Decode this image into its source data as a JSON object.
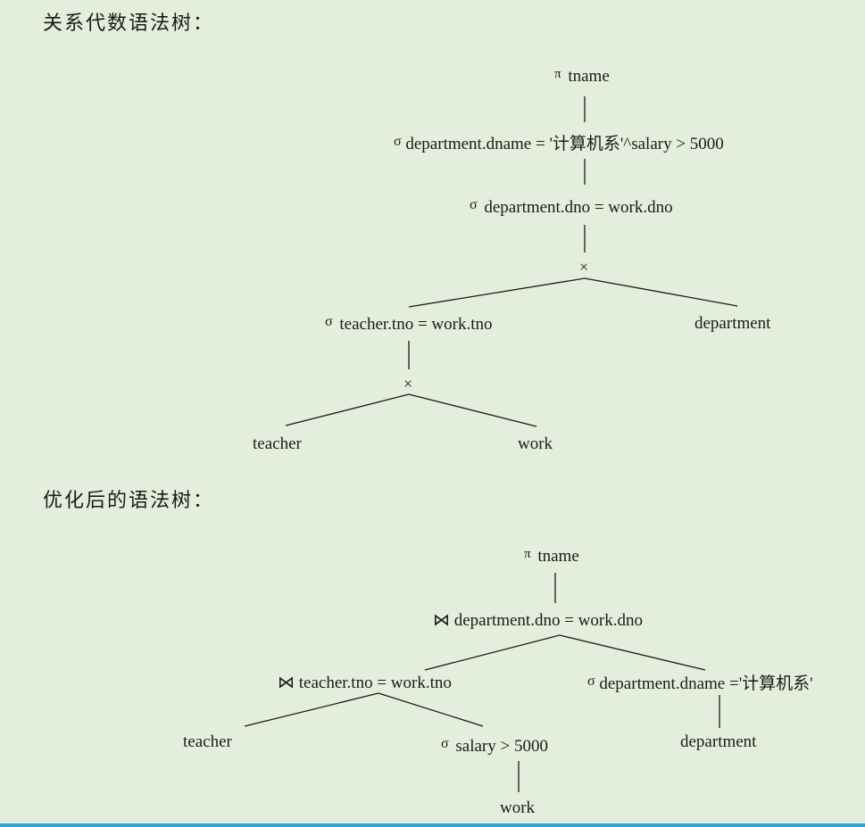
{
  "headings": {
    "original": "关系代数语法树：",
    "optimized": "优化后的语法树："
  },
  "tree_original": {
    "nodes": [
      {
        "id": "proj",
        "sym": "π",
        "label": "tname"
      },
      {
        "id": "sel1",
        "sym": "σ",
        "label": "department.dname = '计算机系'^salary > 5000"
      },
      {
        "id": "sel2",
        "sym": "σ",
        "label": "department.dno = work.dno"
      },
      {
        "id": "cross1",
        "sym": "×",
        "label": ""
      },
      {
        "id": "sel3",
        "sym": "σ",
        "label": "teacher.tno = work.tno"
      },
      {
        "id": "dept",
        "sym": "",
        "label": "department"
      },
      {
        "id": "cross2",
        "sym": "×",
        "label": ""
      },
      {
        "id": "teacher",
        "sym": "",
        "label": "teacher"
      },
      {
        "id": "work",
        "sym": "",
        "label": "work"
      }
    ]
  },
  "tree_optimized": {
    "nodes": [
      {
        "id": "proj",
        "sym": "π",
        "label": "tname"
      },
      {
        "id": "join1",
        "sym": "⋈",
        "label": "department.dno = work.dno"
      },
      {
        "id": "join2",
        "sym": "⋈",
        "label": "teacher.tno = work.tno"
      },
      {
        "id": "seldept",
        "sym": "σ",
        "label": "department.dname ='计算机系'"
      },
      {
        "id": "teacher",
        "sym": "",
        "label": "teacher"
      },
      {
        "id": "selsal",
        "sym": "σ",
        "label": "salary > 5000"
      },
      {
        "id": "dept",
        "sym": "",
        "label": "department"
      },
      {
        "id": "work",
        "sym": "",
        "label": "work"
      }
    ]
  },
  "colors": {
    "background": "#e3efdc",
    "text": "#1a1a1a",
    "line": "#1a1a1a",
    "bottom_bar": "#33a3c9"
  }
}
